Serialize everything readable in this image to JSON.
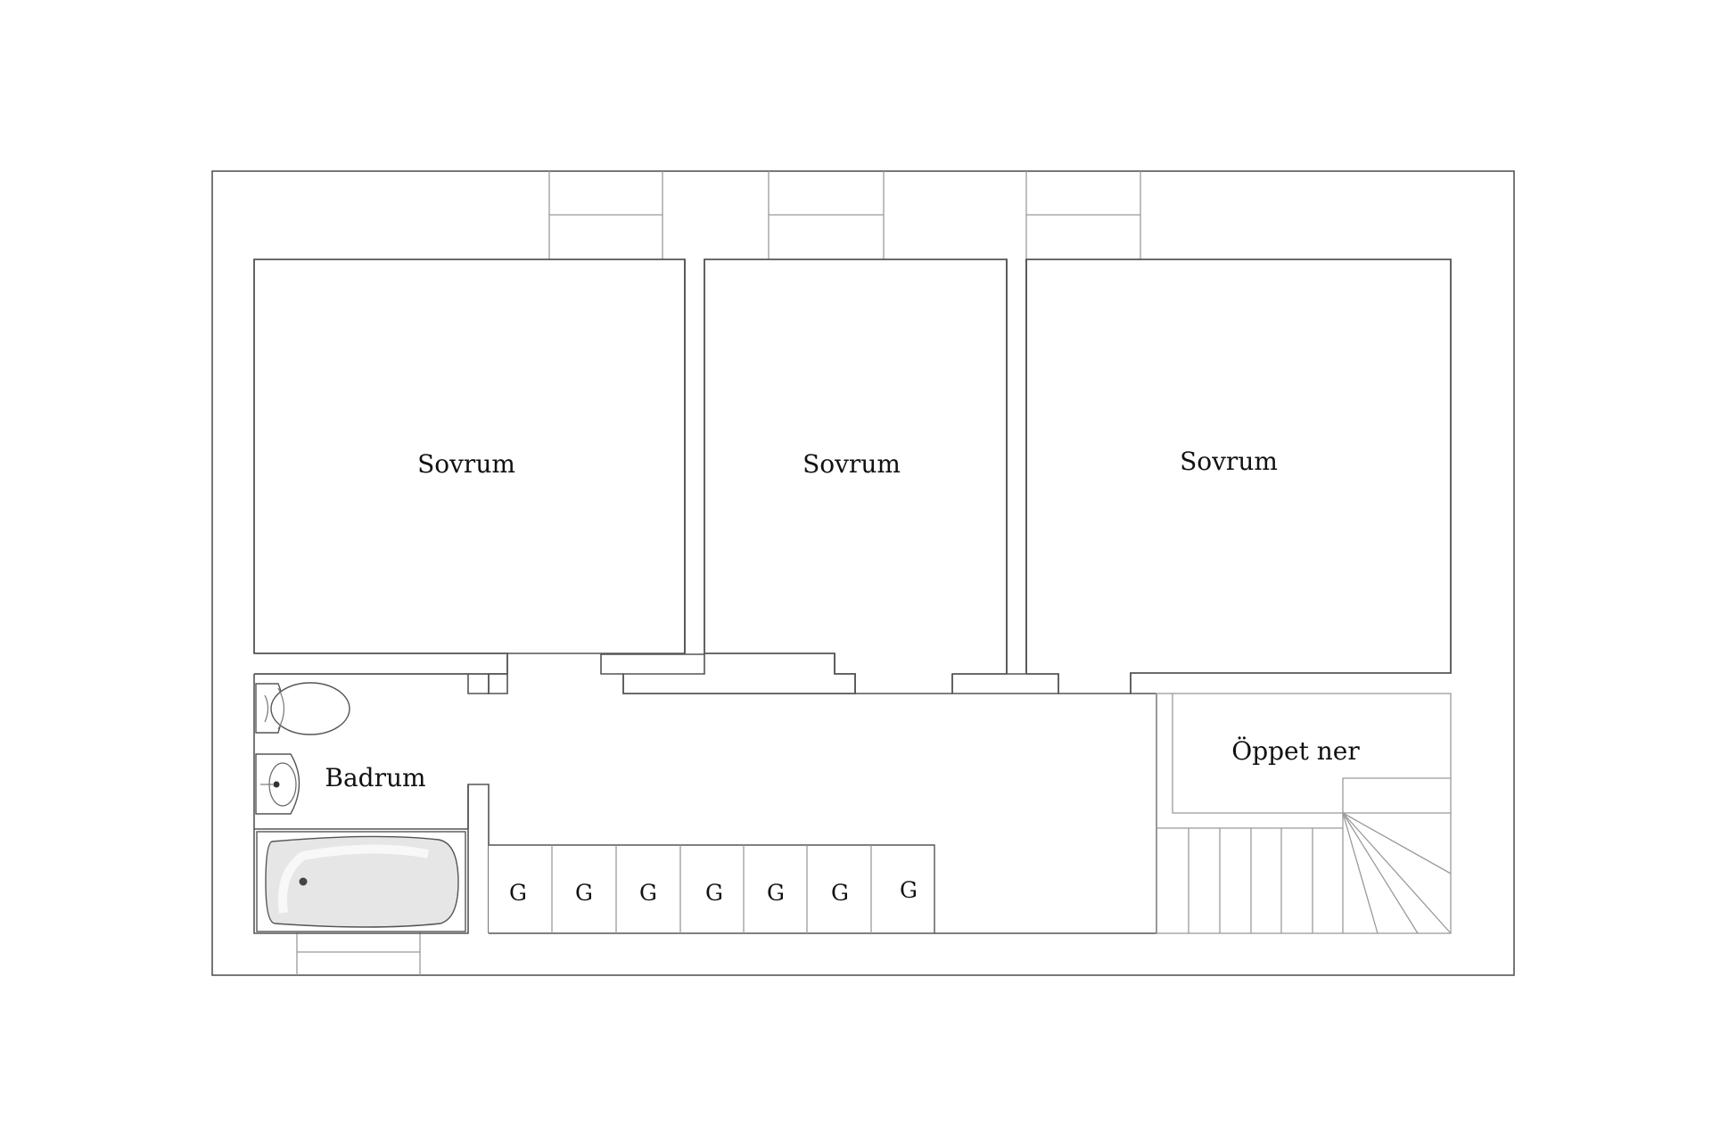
{
  "rooms": {
    "bedroom_1": "Sovrum",
    "bedroom_2": "Sovrum",
    "bedroom_3": "Sovrum",
    "bathroom": "Badrum",
    "open_below": "Öppet ner"
  },
  "wardrobes": [
    "G",
    "G",
    "G",
    "G",
    "G",
    "G",
    "G"
  ]
}
